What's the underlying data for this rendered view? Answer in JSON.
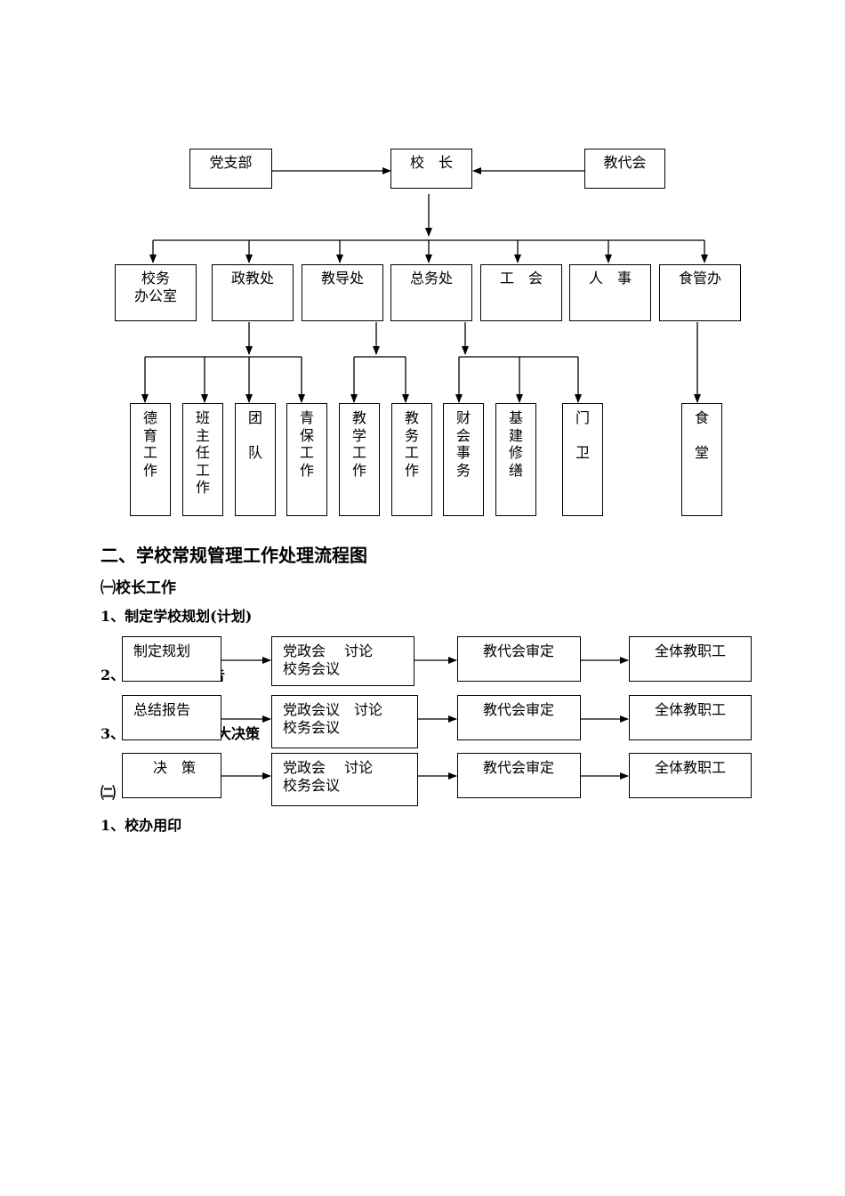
{
  "org_chart": {
    "top": {
      "party": "党支部",
      "principal": "校　长",
      "congress": "教代会"
    },
    "departments": [
      "校务\n办公室",
      "政教处",
      "教导处",
      "总务处",
      "工　会",
      "人　事",
      "食管办"
    ],
    "units": [
      "德\n育\n工\n作",
      "班\n主\n任\n工\n作",
      "团\n\n队",
      "青\n保\n工\n作",
      "教\n学\n工\n作",
      "教\n务\n工\n作",
      "财\n会\n事\n务",
      "基\n建\n修\n缮",
      "门\n\n卫",
      "食\n\n堂"
    ]
  },
  "section_title": "二、学校常规管理工作处理流程图",
  "subsection_1": "㈠校长工作",
  "items": {
    "item1": "1、制定学校规划(计划)",
    "item2_prefix": "2、",
    "item2_visible_tail": "告",
    "item3_prefix": "3、",
    "item3_visible_tail": "大决策",
    "subsection_2_prefix": "㈡",
    "item4": "1、校办用印"
  },
  "flows": [
    {
      "start": "制定规划",
      "discuss": "党政会　 讨论\n校务会议",
      "approve": "教代会审定",
      "end": "全体教职工"
    },
    {
      "start": "总结报告",
      "discuss": "党政会议　讨论\n校务会议",
      "approve": "教代会审定",
      "end": "全体教职工"
    },
    {
      "start": "决　策",
      "discuss": "党政会　 讨论\n校务会议",
      "approve": "教代会审定",
      "end": "全体教职工"
    }
  ]
}
